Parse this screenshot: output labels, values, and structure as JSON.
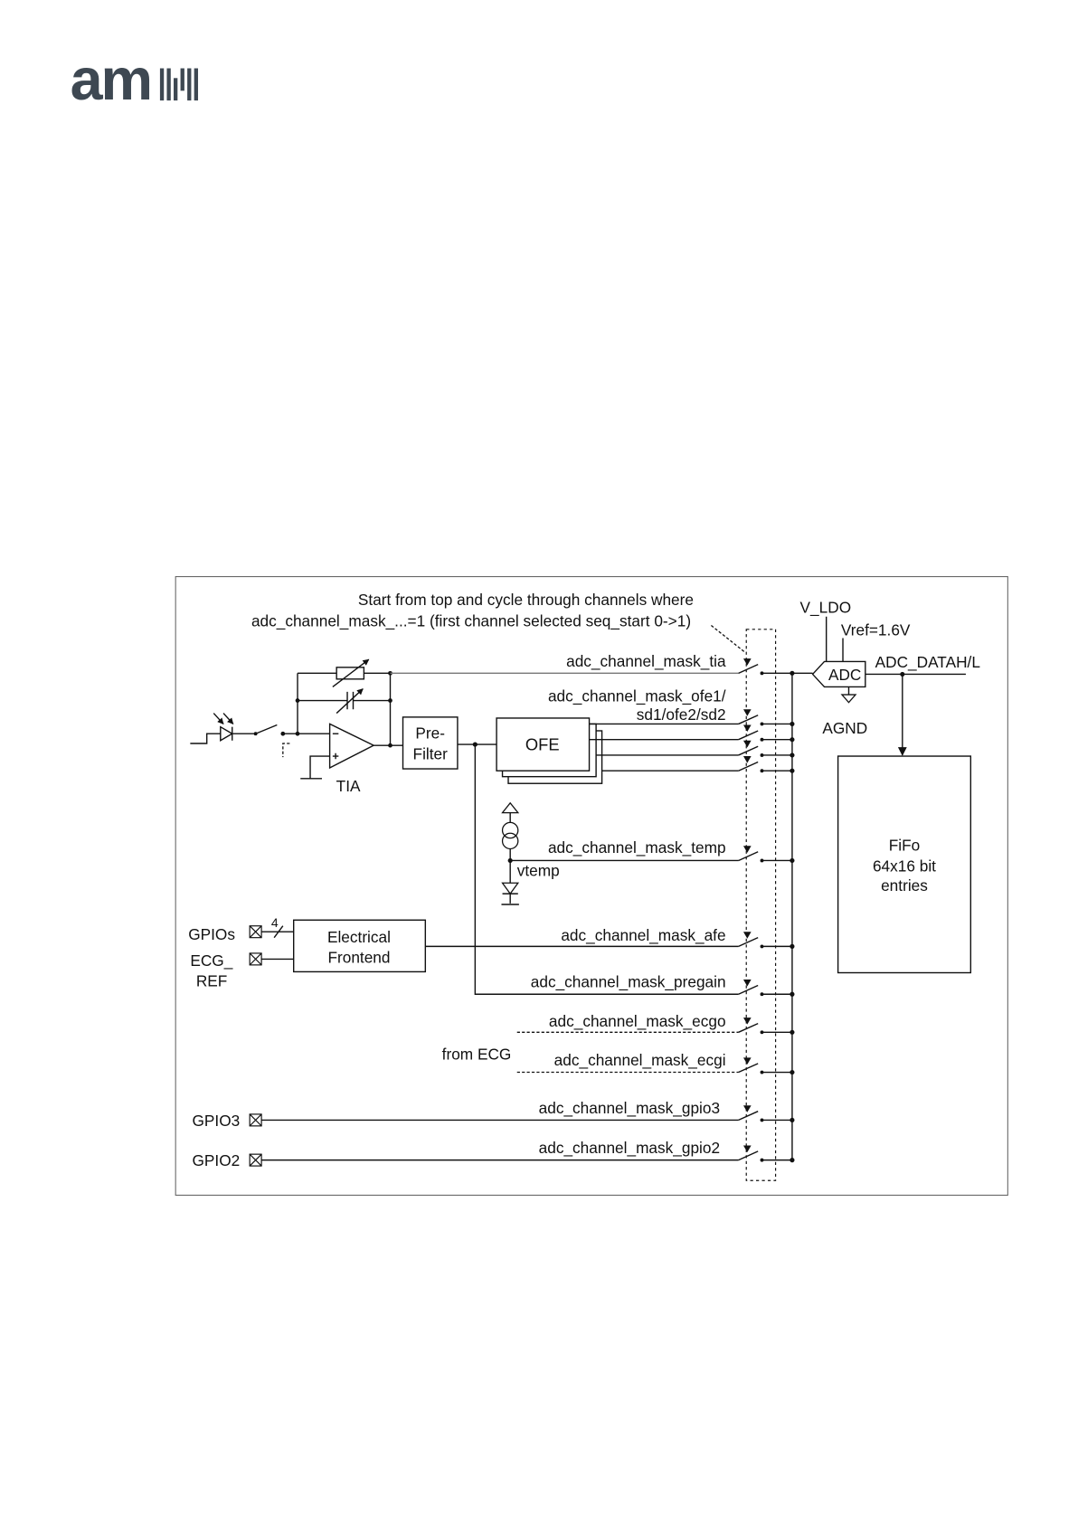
{
  "logo": {
    "text": "am"
  },
  "diagram": {
    "note": {
      "line1": "Start from top and cycle through channels where",
      "line2": "adc_channel_mask_...=1 (first channel selected seq_start 0->1)"
    },
    "adc": {
      "v_ldo": "V_LDO",
      "vref": "Vref=1.6V",
      "label": "ADC",
      "output": "ADC_DATAH/L",
      "agnd": "AGND"
    },
    "fifo": {
      "line1": "FiFo",
      "line2": "64x16 bit",
      "line3": "entries"
    },
    "tia": {
      "label": "TIA"
    },
    "prefilter": {
      "line1": "Pre-",
      "line2": "Filter"
    },
    "ofe": {
      "label": "OFE"
    },
    "temp_sensor": {
      "label": "vtemp"
    },
    "electrical_frontend": {
      "line1": "Electrical",
      "line2": "Frontend"
    },
    "inputs": {
      "gpios": "GPIOs",
      "gpios_bus_width": "4",
      "ecg_ref_line1": "ECG_",
      "ecg_ref_line2": "REF",
      "from_ecg": "from ECG",
      "gpio3": "GPIO3",
      "gpio2": "GPIO2"
    },
    "channel_masks": {
      "tia": "adc_channel_mask_tia",
      "ofe_line1": "adc_channel_mask_ofe1/",
      "ofe_line2": "sd1/ofe2/sd2",
      "temp": "adc_channel_mask_temp",
      "afe": "adc_channel_mask_afe",
      "pregain": "adc_channel_mask_pregain",
      "ecgo": "adc_channel_mask_ecgo",
      "ecgi": "adc_channel_mask_ecgi",
      "gpio3": "adc_channel_mask_gpio3",
      "gpio2": "adc_channel_mask_gpio2"
    }
  }
}
